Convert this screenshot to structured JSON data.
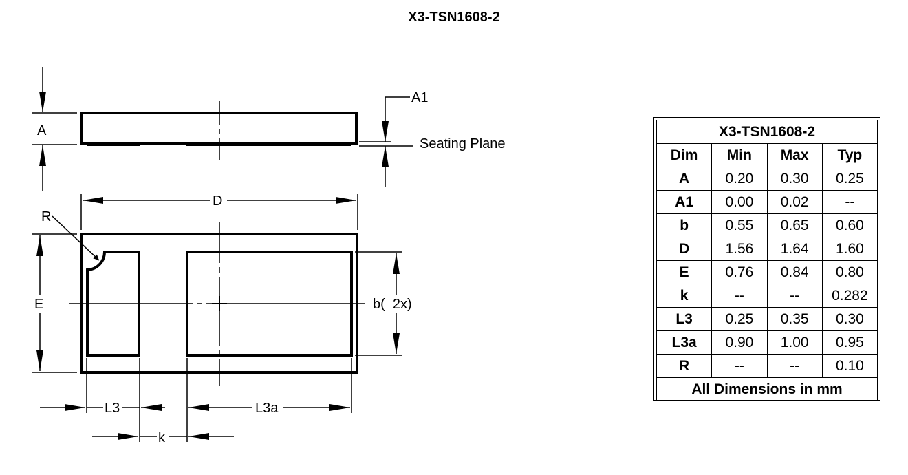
{
  "title": "X3-TSN1608-2",
  "drawing_labels": {
    "A": "A",
    "A1": "A1",
    "seating_plane": "Seating Plane",
    "D": "D",
    "R": "R",
    "E": "E",
    "b": "b(  2x)",
    "L3": "L3",
    "L3a": "L3a",
    "k": "k"
  },
  "table": {
    "title": "X3-TSN1608-2",
    "headers": [
      "Dim",
      "Min",
      "Max",
      "Typ"
    ],
    "rows": [
      [
        "A",
        "0.20",
        "0.30",
        "0.25"
      ],
      [
        "A1",
        "0.00",
        "0.02",
        "--"
      ],
      [
        "b",
        "0.55",
        "0.65",
        "0.60"
      ],
      [
        "D",
        "1.56",
        "1.64",
        "1.60"
      ],
      [
        "E",
        "0.76",
        "0.84",
        "0.80"
      ],
      [
        "k",
        "--",
        "--",
        "0.282"
      ],
      [
        "L3",
        "0.25",
        "0.35",
        "0.30"
      ],
      [
        "L3a",
        "0.90",
        "1.00",
        "0.95"
      ],
      [
        "R",
        "--",
        "--",
        "0.10"
      ]
    ],
    "footer": "All Dimensions in mm"
  }
}
